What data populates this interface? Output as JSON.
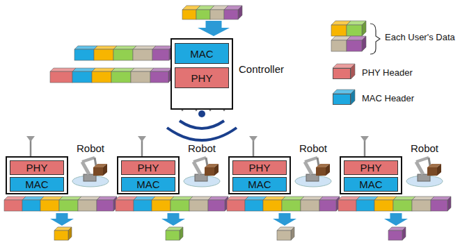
{
  "diagram": {
    "nodes": [
      {
        "text": [
          "Controller"
        ]
      },
      {
        "text": [
          "MAC"
        ],
        "in": 0
      },
      {
        "text": [
          "PHY"
        ],
        "in": 0
      },
      {
        "text": [
          "Robot"
        ]
      },
      {
        "text": [
          "PHY"
        ],
        "in": 3
      },
      {
        "text": [
          "MAC"
        ],
        "in": 3
      },
      {
        "text": [
          "Robot"
        ]
      },
      {
        "text": [
          "PHY"
        ],
        "in": 6
      },
      {
        "text": [
          "MAC"
        ],
        "in": 6
      },
      {
        "text": [
          "Robot"
        ]
      },
      {
        "text": [
          "PHY"
        ],
        "in": 9
      },
      {
        "text": [
          "MAC"
        ],
        "in": 9
      },
      {
        "text": [
          "Robot"
        ]
      },
      {
        "text": [
          "PHY"
        ],
        "in": 12
      },
      {
        "text": [
          "MAC"
        ],
        "in": 12
      }
    ],
    "legend": [
      {
        "text": "Each User's Data"
      },
      {
        "text": "PHY Header",
        "color": "#e27373"
      },
      {
        "text": "MAC Header",
        "color": "#1ea8e0"
      }
    ]
  }
}
